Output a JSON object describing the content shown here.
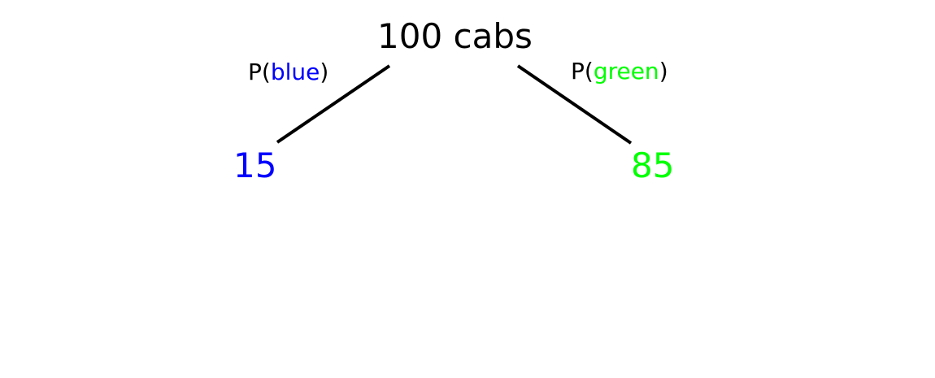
{
  "colors": {
    "blue": "#0000ff",
    "green": "#00ff00",
    "text": "#000000",
    "line": "#000000"
  },
  "root": {
    "label": "100 cabs"
  },
  "branches": [
    {
      "label_prefix": "P(",
      "label_word": "blue",
      "label_suffix": ")",
      "leaf_value": "15",
      "color": "#0000ff"
    },
    {
      "label_prefix": "P(",
      "label_word": "green",
      "label_suffix": ")",
      "leaf_value": "85",
      "color": "#00ff00"
    }
  ]
}
